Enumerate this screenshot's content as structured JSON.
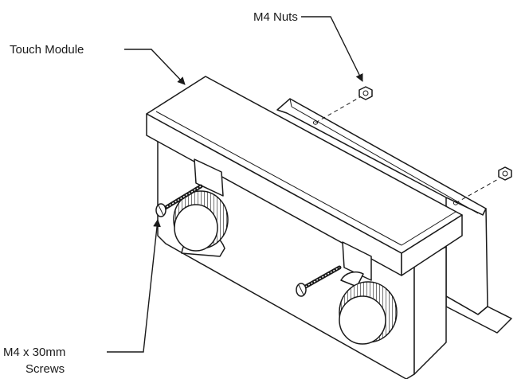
{
  "labels": {
    "touch_module": "Touch Module",
    "m4_nuts": "M4 Nuts",
    "screws_line1": "M4 x 30mm",
    "screws_line2": "Screws"
  },
  "colors": {
    "line": "#1a1a1a",
    "background": "#ffffff"
  }
}
